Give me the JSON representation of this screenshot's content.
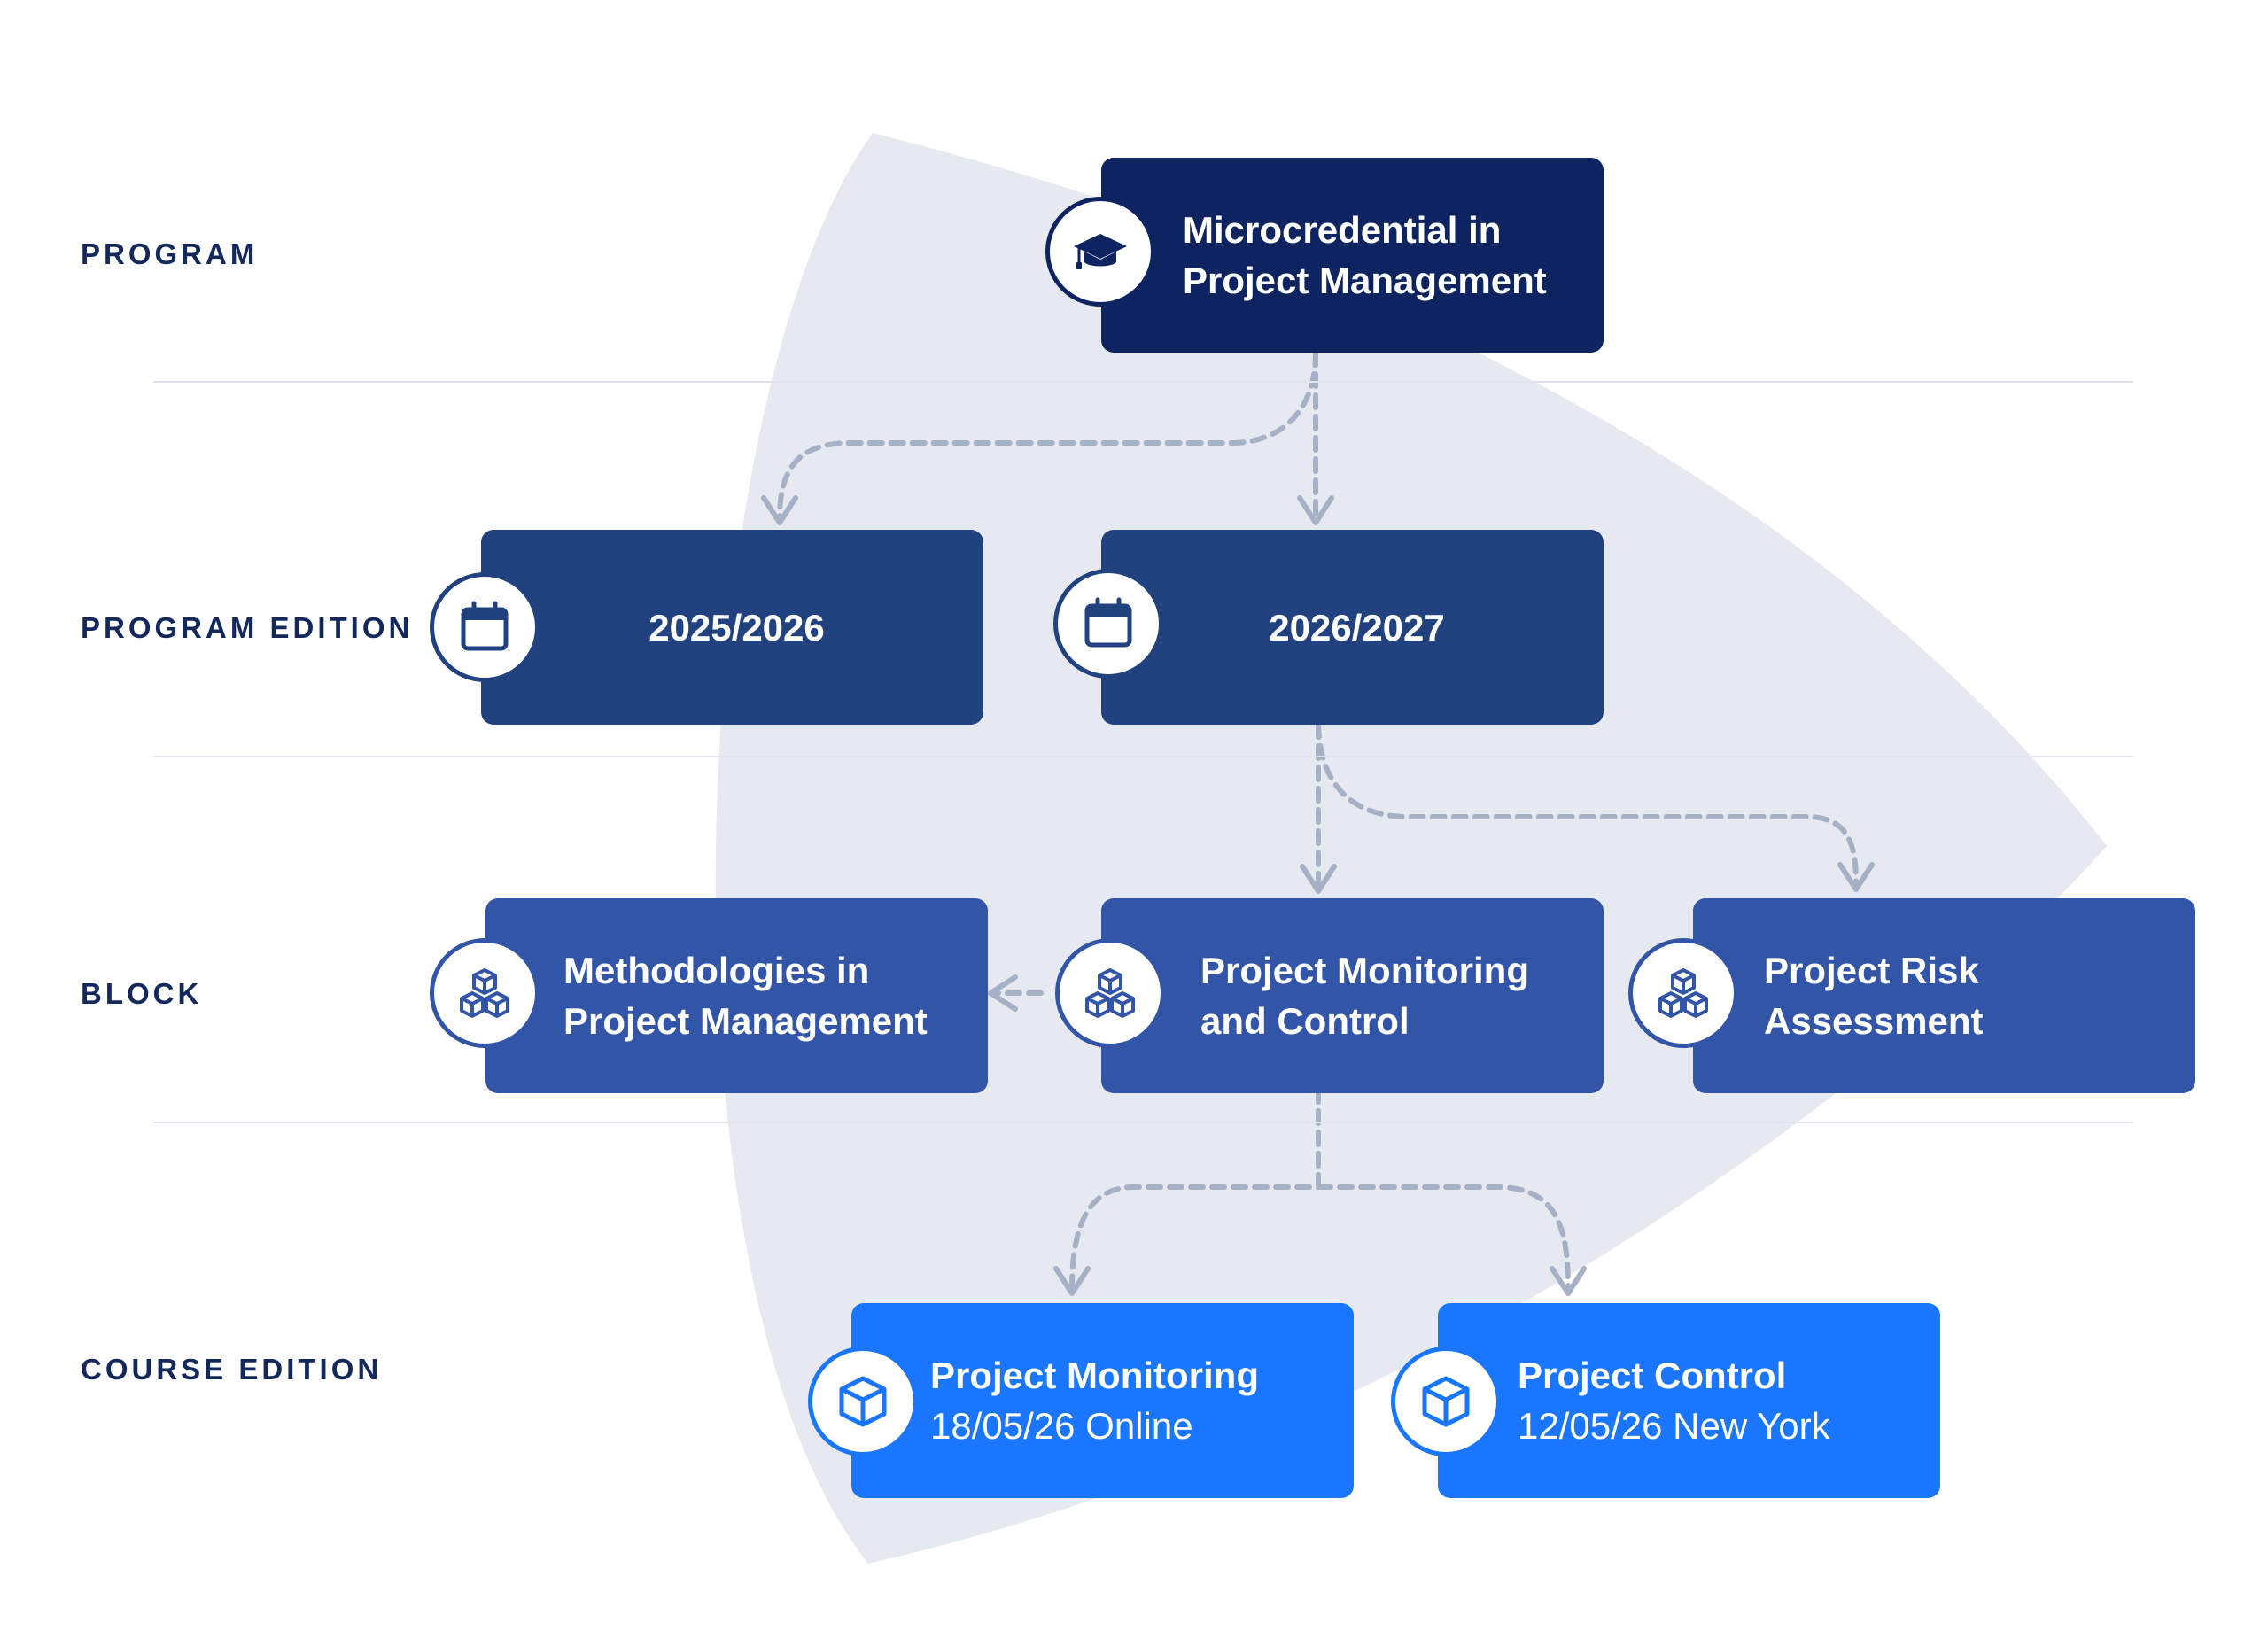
{
  "levels": {
    "program": "PROGRAM",
    "program_edition": "PROGRAM EDITION",
    "block": "BLOCK",
    "course_edition": "COURSE EDITION"
  },
  "program": {
    "title_line1": "Microcredential in",
    "title_line2": "Project Management",
    "icon": "graduation-cap-icon"
  },
  "program_editions": [
    {
      "label": "2025/2026",
      "icon": "calendar-icon"
    },
    {
      "label": "2026/2027",
      "icon": "calendar-icon"
    }
  ],
  "blocks": [
    {
      "line1": "Methodologies in",
      "line2": "Project Management",
      "icon": "cubes-icon"
    },
    {
      "line1": "Project Monitoring",
      "line2": "and Control",
      "icon": "cubes-icon"
    },
    {
      "line1": "Project Risk",
      "line2": "Assessment",
      "icon": "cubes-icon"
    }
  ],
  "course_editions": [
    {
      "title": "Project Monitoring",
      "detail": "18/05/26 Online",
      "icon": "cube-icon"
    },
    {
      "title": "Project Control",
      "detail": "12/05/26 New York",
      "icon": "cube-icon"
    }
  ],
  "colors": {
    "program": "#0d2461",
    "program_edition": "#21427f",
    "block": "#3255a8",
    "course_edition": "#1a75ff",
    "connector": "#a7b1c6",
    "background_shape": "#e6e9ef",
    "label_text": "#13285b"
  }
}
